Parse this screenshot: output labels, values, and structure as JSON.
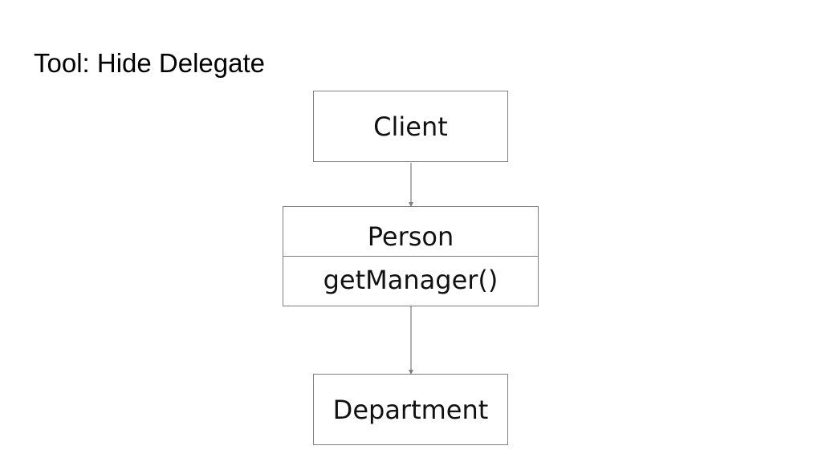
{
  "slide": {
    "title": "Tool: Hide Delegate"
  },
  "diagram": {
    "client": {
      "label": "Client"
    },
    "person": {
      "name": "Person",
      "method": "getManager()"
    },
    "department": {
      "label": "Department"
    },
    "colors": {
      "border": "#7f7f7f",
      "connector": "#7f7f7f",
      "text": "#111111"
    }
  }
}
